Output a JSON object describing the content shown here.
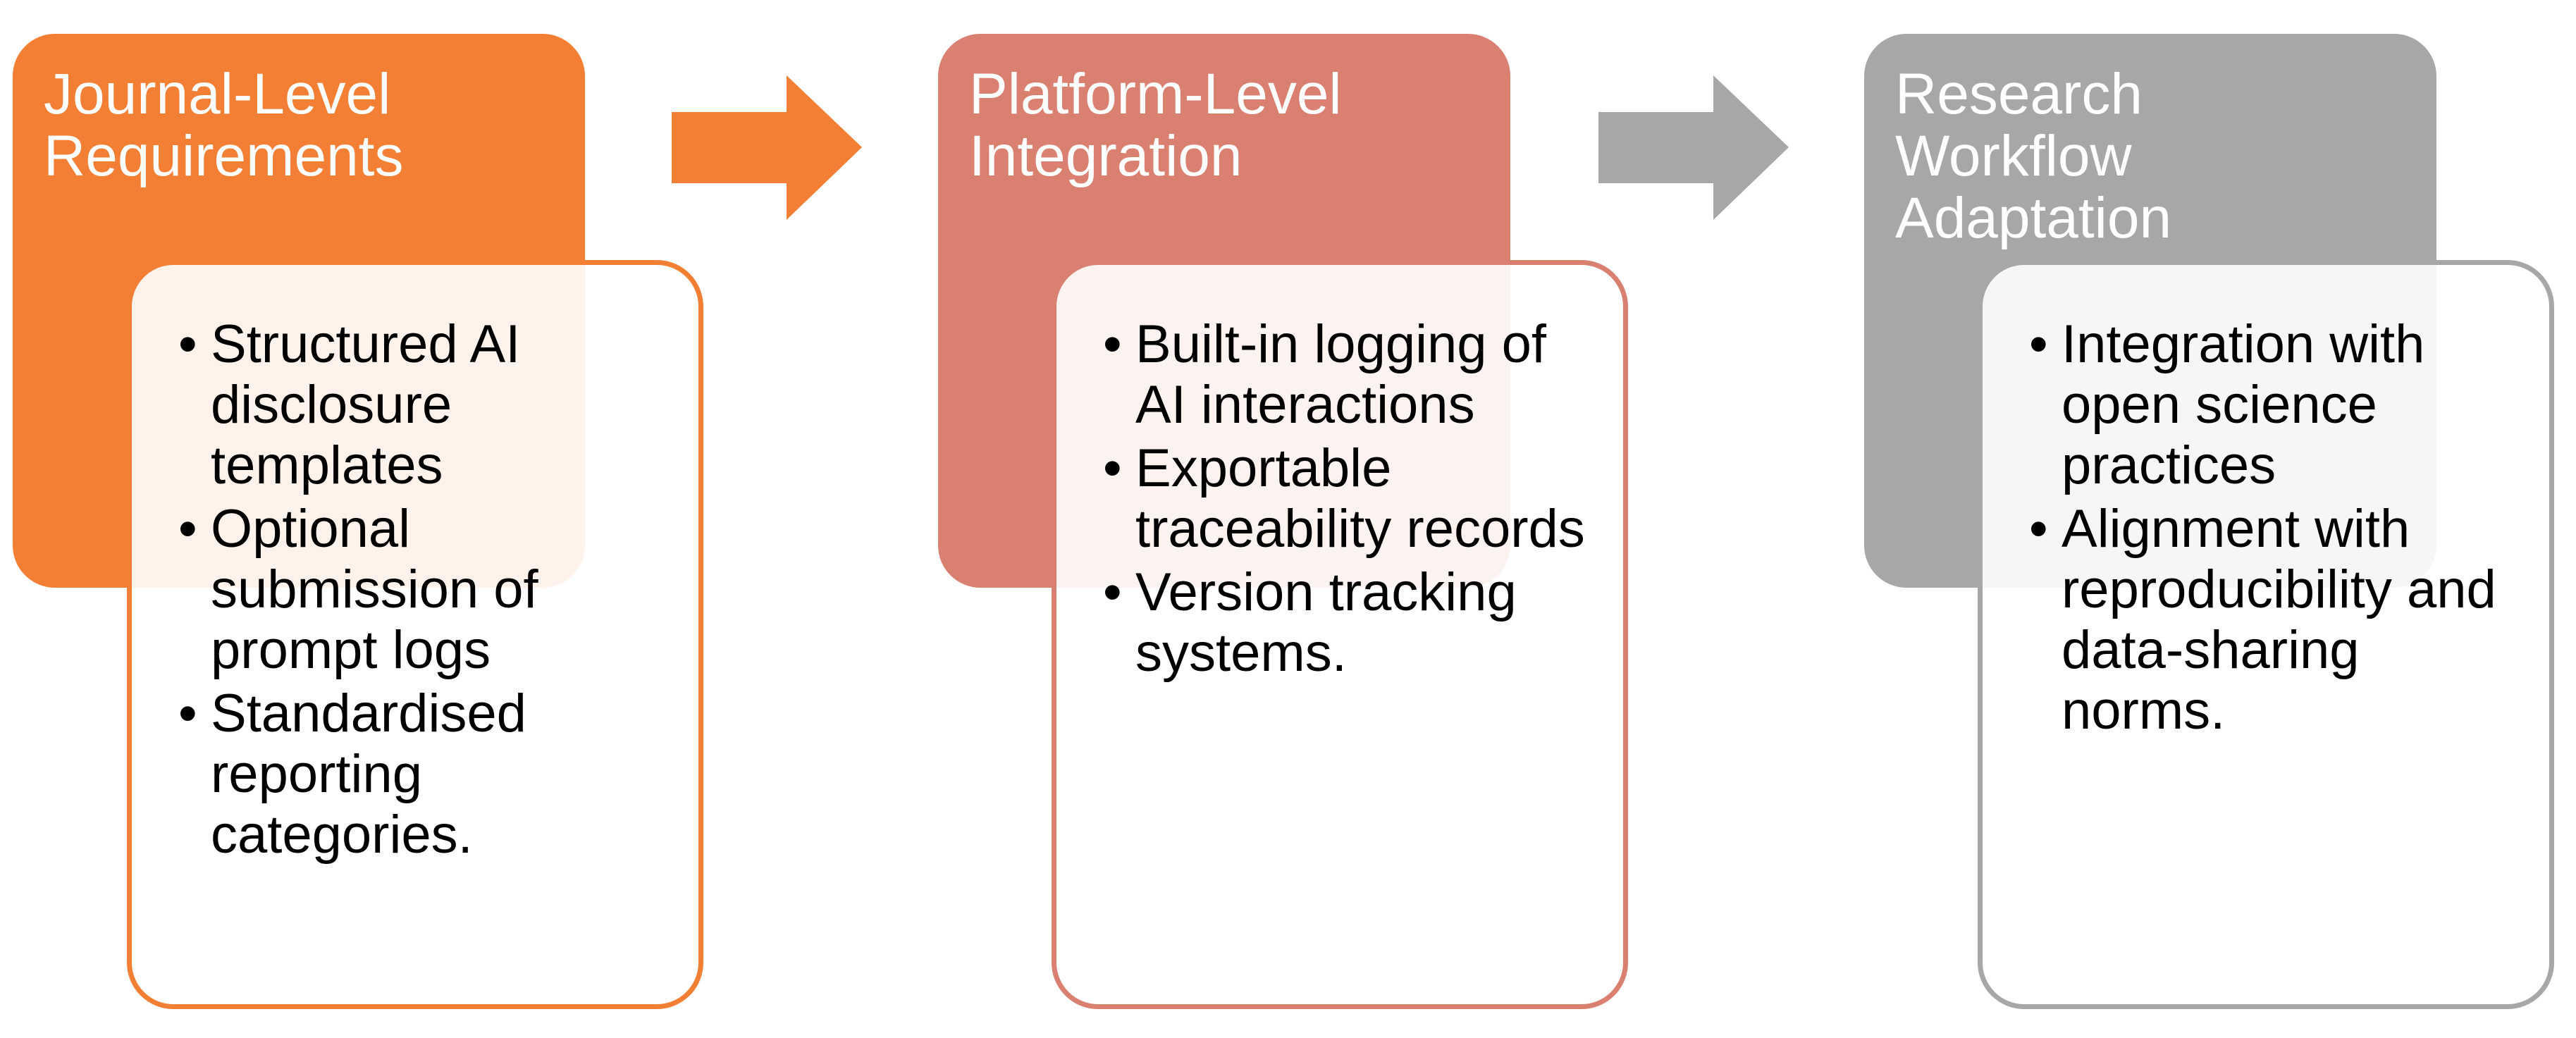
{
  "stages": [
    {
      "title_lines": [
        "Journal-Level",
        "Requirements"
      ],
      "color": "#F37F35",
      "items": [
        "Structured AI disclosure templates",
        "Optional submission of prompt logs",
        "Standardised reporting categories."
      ]
    },
    {
      "title_lines": [
        "Platform-Level",
        "Integration"
      ],
      "color": "#D98070",
      "items": [
        "Built-in logging of AI interactions",
        "Exportable traceability records",
        "Version tracking systems."
      ]
    },
    {
      "title_lines": [
        "Research",
        "Workflow",
        "Adaptation"
      ],
      "color": "#A6A7A9",
      "items": [
        "Integration with open science practices",
        "Alignment with reproducibility and data-sharing norms."
      ]
    }
  ],
  "arrows": [
    {
      "color": "#F37F35"
    },
    {
      "color": "#A6A7A9"
    }
  ]
}
